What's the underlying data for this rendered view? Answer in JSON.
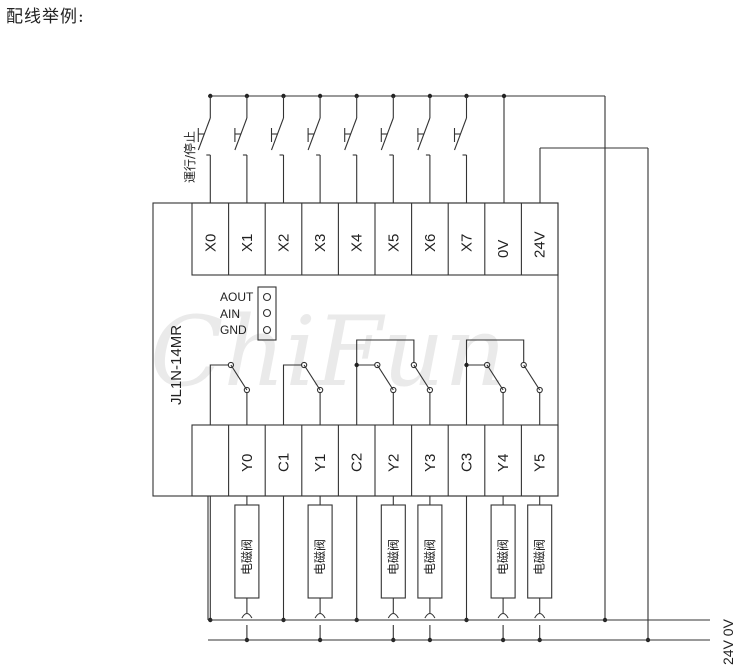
{
  "heading": "配线举例:",
  "model": "JL1N-14MR",
  "watermark": "ChiFun",
  "run_stop_label": "運行/停止",
  "inputs": [
    "X0",
    "X1",
    "X2",
    "X3",
    "X4",
    "X5",
    "X6",
    "X7",
    "0V",
    "24V"
  ],
  "outputs": [
    "",
    "Y0",
    "C1",
    "Y1",
    "C2",
    "Y2",
    "Y3",
    "C3",
    "Y4",
    "Y5"
  ],
  "analog": [
    "AOUT",
    "AIN",
    "GND"
  ],
  "load_label": "电磁阀",
  "supply_label": "24V 0V"
}
